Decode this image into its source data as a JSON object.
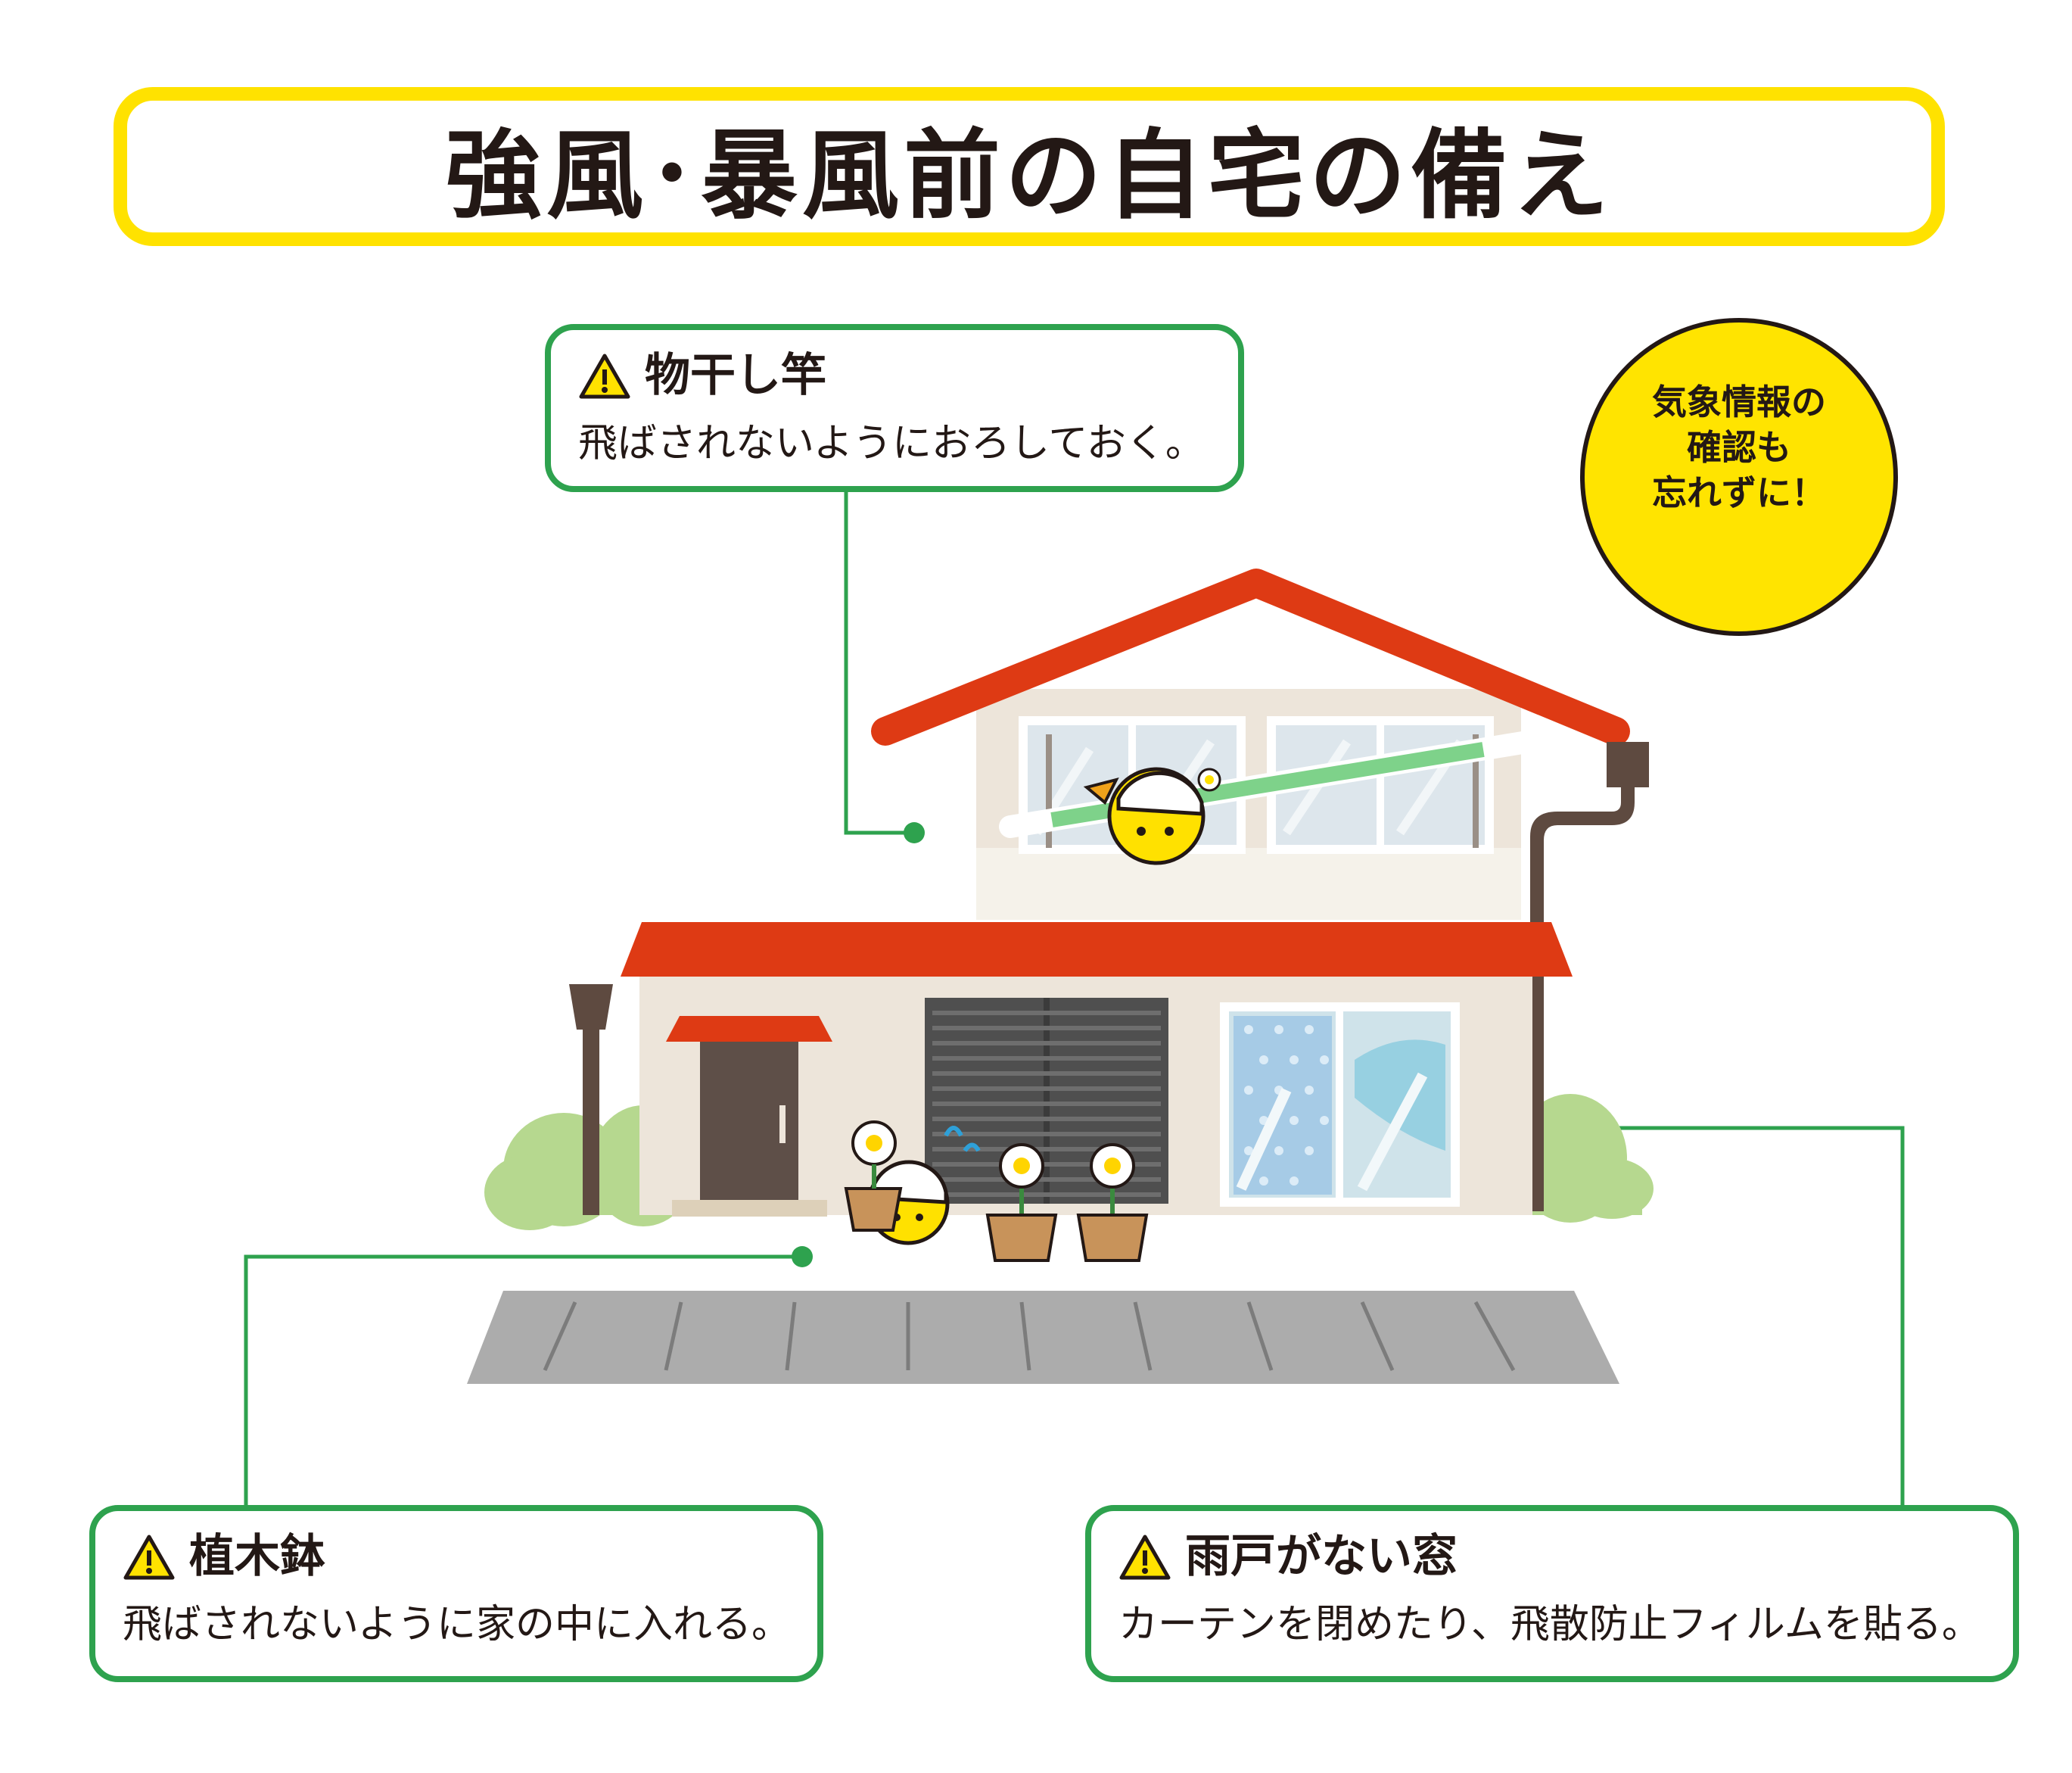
{
  "title": "強風･暴風前の自宅の備え",
  "callouts": [
    {
      "id": "laundry-pole",
      "heading": "物干し竿",
      "text": "飛ばされないようにおろしておく。"
    },
    {
      "id": "plant-pot",
      "heading": "植木鉢",
      "text": "飛ばされないように家の中に入れる。"
    },
    {
      "id": "window",
      "heading": "雨戸がない窓",
      "text": "カーテンを閉めたり、飛散防止フィルムを貼る。"
    }
  ],
  "badge": {
    "lines": [
      "気象情報の",
      "確認も",
      "忘れずに！"
    ]
  },
  "colors": {
    "title_border": "#ffe200",
    "callout_border": "#2ea24e",
    "roof": "#de3a14",
    "wall": "#ede5da",
    "badge": "#ffe400",
    "road": "#acacac"
  }
}
